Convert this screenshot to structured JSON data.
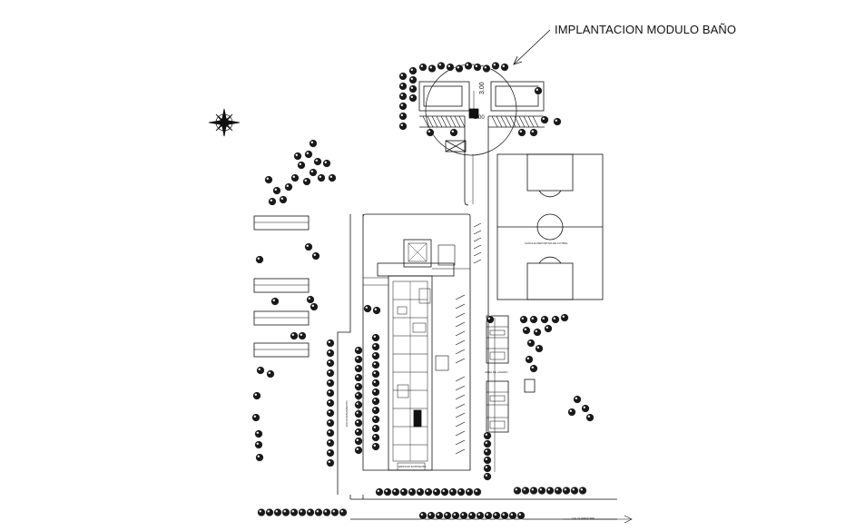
{
  "callout": {
    "title": "IMPLANTACION MODULO BAÑO"
  },
  "dimensions": {
    "d1": "3.00",
    "d2": "1.00"
  },
  "labels": {
    "football_field": "CANCHA DEPORTIVA DE FUTBOL",
    "parking_1": "ESTACIONAMIENTO",
    "parking_2": "ESTACIONAMIENTO",
    "main_building": "EDIFICIO EXISTENTE",
    "road": "CALLE PRINCIPAL",
    "small_block": "AREA DE LAVADO"
  },
  "icons": {
    "north": "compass-rose-icon",
    "trees": "tree-symbol-icon"
  },
  "colors": {
    "ink": "#111111",
    "tree": "#1a1a1a",
    "paper": "#ffffff"
  }
}
